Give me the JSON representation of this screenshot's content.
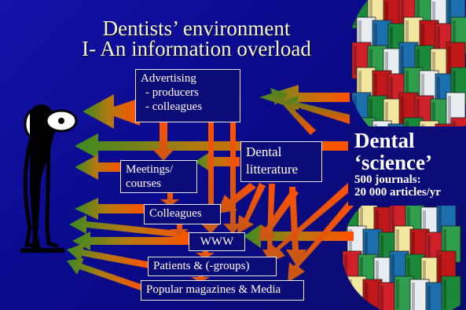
{
  "title": {
    "line1": "Dentists’ environment",
    "line2": "I- An information overload"
  },
  "sources": {
    "advertising": {
      "title": "Advertising",
      "item1": "- producers",
      "item2": "- colleagues"
    },
    "meetings": {
      "line1": "Meetings/",
      "line2": "courses"
    },
    "literature": {
      "line1": "Dental",
      "line2": "litterature"
    },
    "colleagues": "Colleagues",
    "www": "WWW",
    "patients": "Patients & (-groups)",
    "magazines": "Popular magazines & Media"
  },
  "science": {
    "line1": "Dental",
    "line2": "‘science’",
    "line3": "500 journals:",
    "line4": "20 000 articles/yr"
  },
  "colors": {
    "background": "#0a0a8c",
    "arrow_orange": "#ff5a00",
    "arrow_green": "#3a8a22",
    "title_text": "#f6f6d6"
  }
}
